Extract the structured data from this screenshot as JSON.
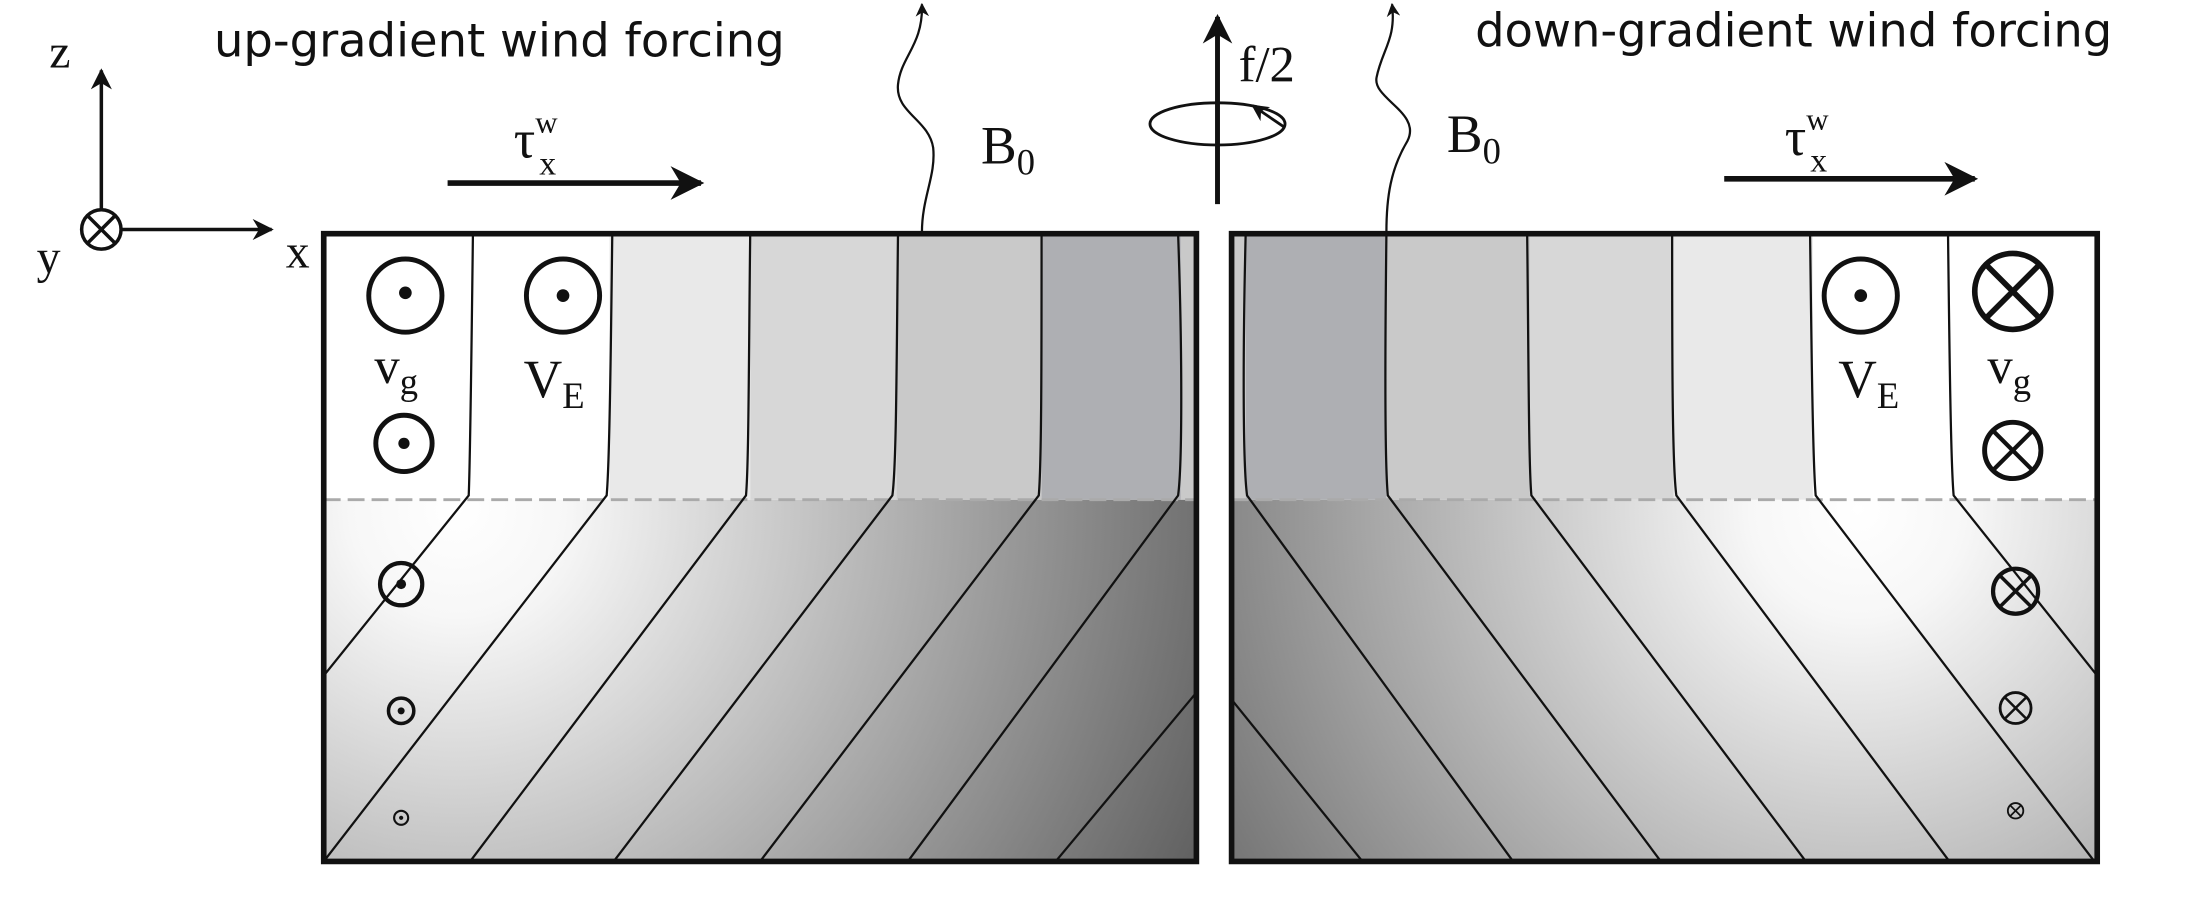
{
  "titles": {
    "left": "up-gradient wind forcing",
    "right": "down-gradient wind forcing"
  },
  "axes": {
    "z": "z",
    "y": "y",
    "x": "x"
  },
  "wind_stress": {
    "base": "τ",
    "sup": "w",
    "sub": "x"
  },
  "buoyancy_flux": {
    "base": "B",
    "sub": "0"
  },
  "rotation": {
    "label": "f/2"
  },
  "geostrophic_velocity": {
    "base": "v",
    "sub": "g"
  },
  "ekman_velocity": {
    "base": "V",
    "sub": "E"
  },
  "colors": {
    "band_1": "#ffffff",
    "band_2": "#e9e9e9",
    "band_3": "#d7d7d7",
    "band_4": "#c9c9c9",
    "band_5": "#aeafb3",
    "gradient_dark": "#555555",
    "divider": "#aaaaaa"
  }
}
